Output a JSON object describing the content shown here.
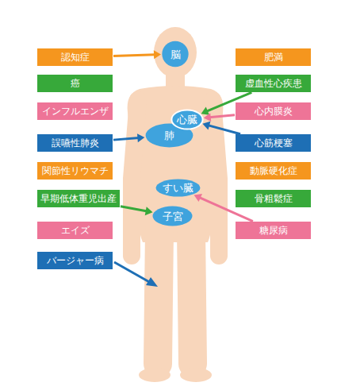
{
  "diagram": {
    "nodes": [
      {
        "text": [
          "認知症"
        ]
      },
      {
        "text": [
          "癌"
        ]
      },
      {
        "text": [
          "インフルエンザ"
        ]
      },
      {
        "text": [
          "誤嚥性肺炎"
        ]
      },
      {
        "text": [
          "関節性リウマチ"
        ]
      },
      {
        "text": [
          "早期低体重児出産"
        ]
      },
      {
        "text": [
          "エイズ"
        ]
      },
      {
        "text": [
          "バージャー病"
        ]
      },
      {
        "text": [
          "脳"
        ]
      },
      {
        "text": [
          "心臓"
        ]
      },
      {
        "text": [
          "肺"
        ]
      },
      {
        "text": [
          "すい臓"
        ]
      },
      {
        "text": [
          "子宮"
        ]
      },
      {
        "text": [
          "肥満"
        ]
      },
      {
        "text": [
          "虚血性心疾患"
        ]
      },
      {
        "text": [
          "心内膜炎"
        ]
      },
      {
        "text": [
          "心筋梗塞"
        ]
      },
      {
        "text": [
          "動脈硬化症"
        ]
      },
      {
        "text": [
          "骨粗鬆症"
        ]
      },
      {
        "text": [
          "糖尿病"
        ]
      }
    ],
    "edges": [
      {
        "from": 0,
        "to": 8,
        "arrow": "to"
      },
      {
        "from": 3,
        "to": 10,
        "arrow": "to"
      },
      {
        "from": 5,
        "to": 12,
        "arrow": "to"
      },
      {
        "from": 14,
        "to": 9,
        "arrow": "to"
      },
      {
        "from": 15,
        "to": 9,
        "arrow": "to"
      },
      {
        "from": 16,
        "to": 9,
        "arrow": "to"
      },
      {
        "from": 19,
        "to": 11,
        "arrow": "to"
      }
    ]
  }
}
